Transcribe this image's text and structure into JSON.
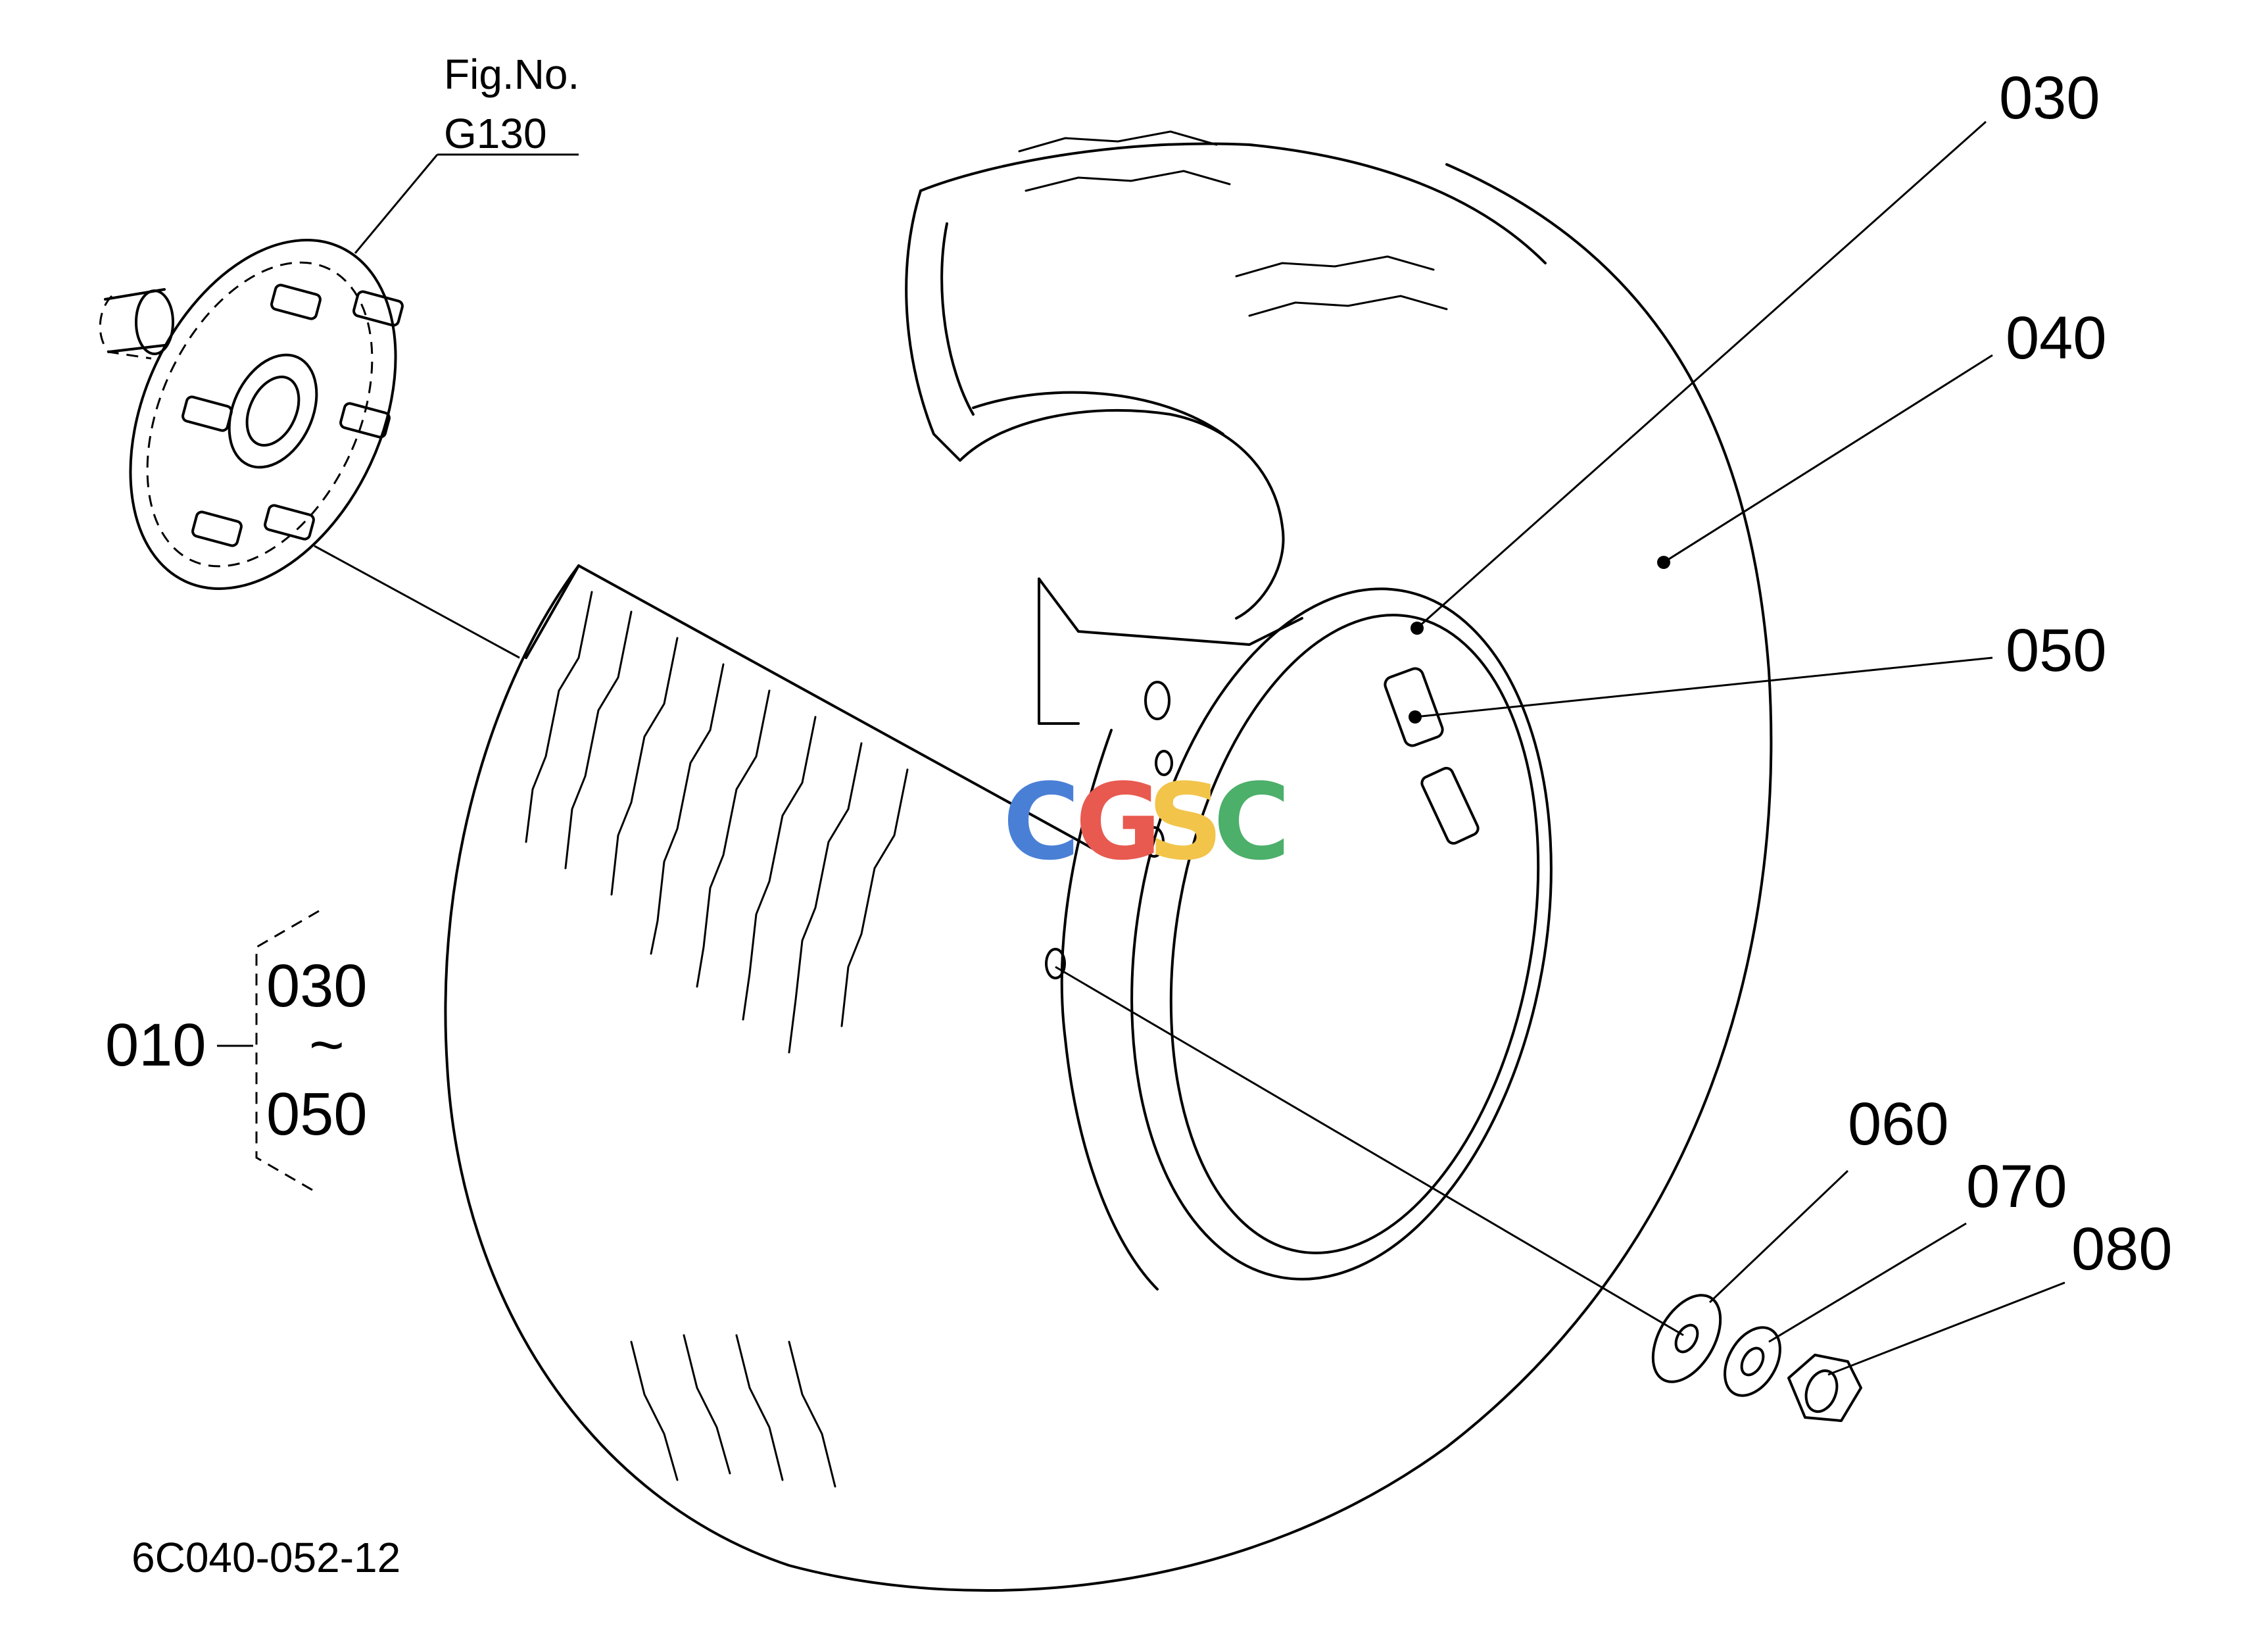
{
  "figure_reference": {
    "line1": "Fig.No.",
    "line2": "G130"
  },
  "callouts": {
    "c030": "030",
    "c040": "040",
    "c050": "050",
    "c060": "060",
    "c070": "070",
    "c080": "080"
  },
  "assembly_group": {
    "label": "010",
    "range_start": "030",
    "range_sep": "~",
    "range_end": "050"
  },
  "drawing_number": "6C040-052-12",
  "watermark": {
    "letters": [
      "C",
      "G",
      "S",
      "C"
    ],
    "colors": [
      "#4a7fd6",
      "#e85a4f",
      "#f2c44a",
      "#4caf6a"
    ]
  }
}
